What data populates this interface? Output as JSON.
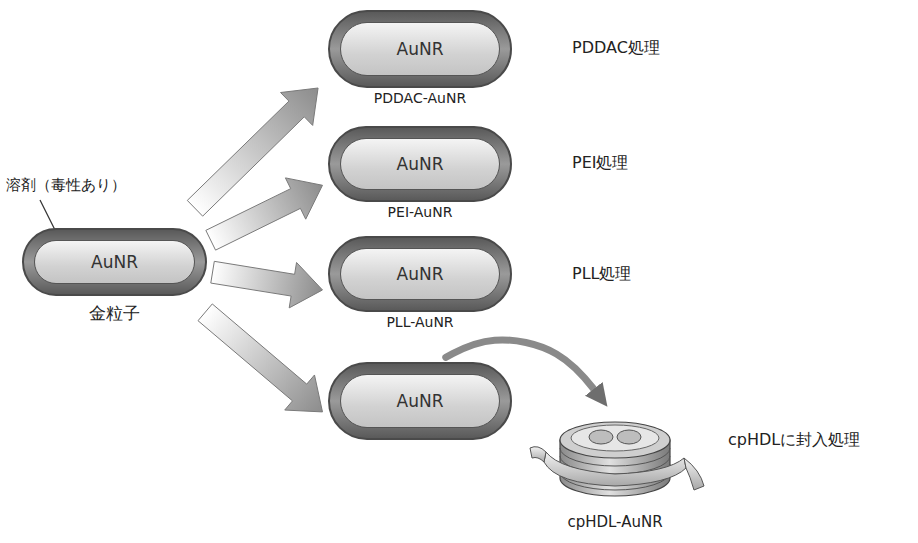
{
  "diagram": {
    "nodes": [
      {
        "text": [
          "AuNR",
          "金粒子"
        ]
      },
      {
        "text": [
          "AuNR",
          "PDDAC-AuNR"
        ]
      },
      {
        "text": [
          "AuNR",
          "PEI-AuNR"
        ]
      },
      {
        "text": [
          "AuNR",
          "PLL-AuNR"
        ]
      },
      {
        "text": [
          "AuNR"
        ]
      },
      {
        "text": [
          "cpHDL-AuNR"
        ]
      }
    ],
    "edges": [
      {
        "from": 0,
        "to": 1,
        "arrow": "to"
      },
      {
        "from": 0,
        "to": 2,
        "arrow": "to"
      },
      {
        "from": 0,
        "to": 3,
        "arrow": "to"
      },
      {
        "from": 0,
        "to": 4,
        "arrow": "to"
      },
      {
        "from": 4,
        "to": 5,
        "arrow": "to"
      }
    ],
    "labels": [
      "溶剤（毒性あり）",
      "PDDAC処理",
      "PEI処理",
      "PLL処理",
      "cpHDLに封入処理"
    ]
  }
}
